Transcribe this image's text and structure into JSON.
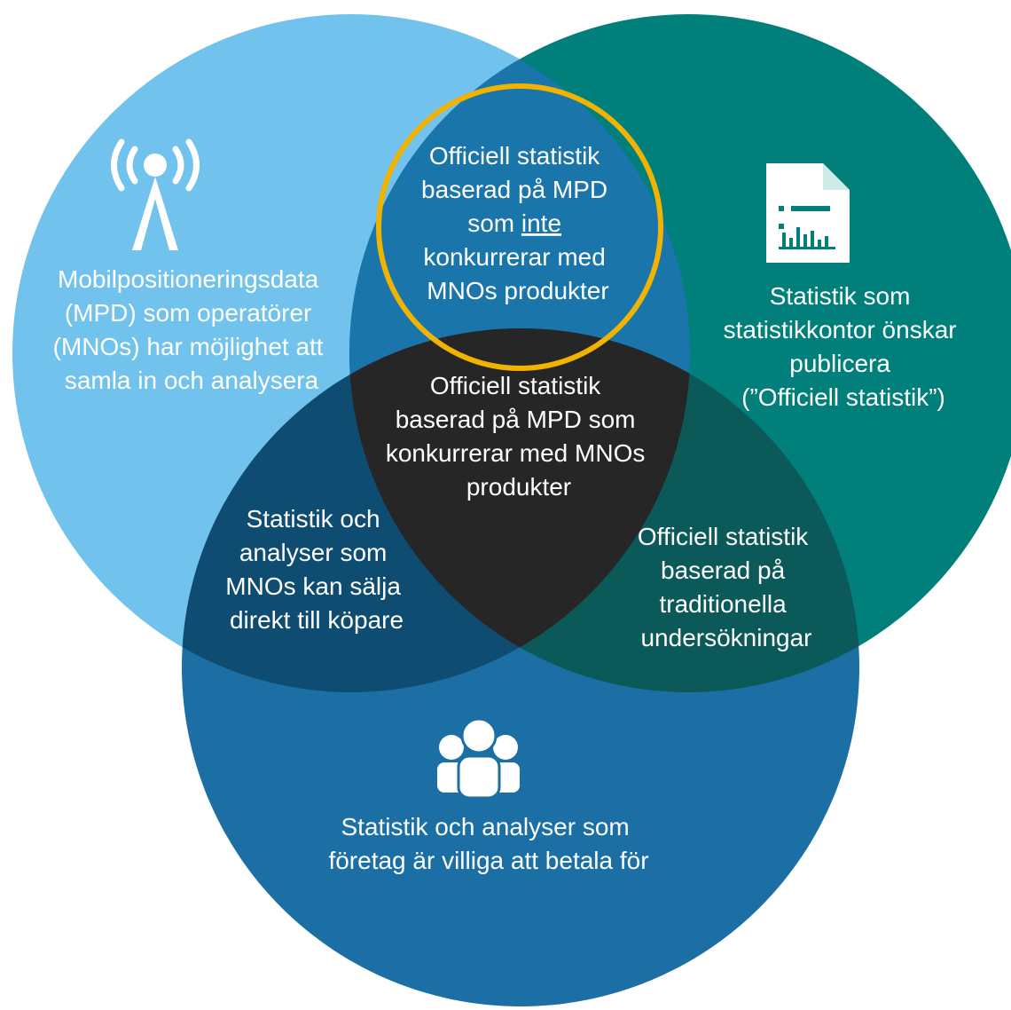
{
  "colors": {
    "mpd_circle": "#71c2ec",
    "stats_circle": "#007f7b",
    "business_circle": "#1b6fa4",
    "mpd_stats_overlap": "#1a75aa",
    "stats_business_overlap": "#0b5959",
    "mpd_business_overlap": "#0f4c72",
    "center_overlap": "#262626",
    "highlight_ring": "#f2b200",
    "text": "#ffffff"
  },
  "icons": {
    "mpd": "antenna-icon",
    "stats": "report-chart-icon",
    "business": "people-group-icon"
  },
  "regions": {
    "mpd": {
      "lines": [
        "Mobilpositioneringsdata",
        "(MPD) som operatörer",
        "(MNOs) har möjlighet att",
        "samla in och analysera"
      ]
    },
    "stats": {
      "lines": [
        "Statistik som",
        "statistikkontor önskar",
        "publicera",
        "(”Officiell statistik”)"
      ]
    },
    "business": {
      "lines": [
        "Statistik och analyser som",
        "företag är villiga att betala för"
      ]
    },
    "mpd_stats": {
      "line1": "Officiell statistik",
      "line2": "baserad på MPD",
      "line3_prefix": "som ",
      "line3_emph": "inte",
      "line4": "konkurrerar med",
      "line5": "MNOs produkter"
    },
    "center": {
      "lines": [
        "Officiell statistik",
        "baserad på MPD som",
        "konkurrerar med MNOs",
        "produkter"
      ]
    },
    "mpd_business": {
      "lines": [
        "Statistik och",
        "analyser som",
        "MNOs kan sälja",
        "direkt till köpare"
      ]
    },
    "stats_business": {
      "lines": [
        "Officiell statistik",
        "baserad på",
        "traditionella",
        "undersökningar"
      ]
    }
  }
}
